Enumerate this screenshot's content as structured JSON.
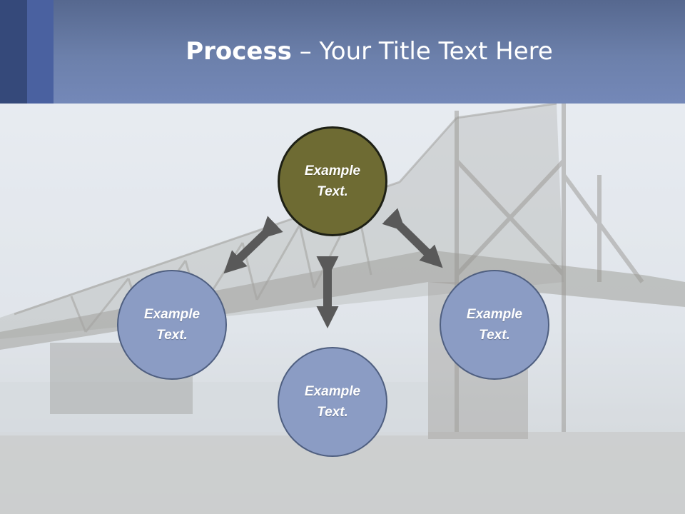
{
  "slide": {
    "title_bold": "Process",
    "title_rest": " – Your Title Text Here"
  },
  "nodes": {
    "center": "Example\nText.",
    "left": "Example\nText.",
    "bottom": "Example\nText.",
    "right": "Example\nText."
  },
  "colors": {
    "header": "#6c80ab",
    "accent_dark": "#35497a",
    "accent_mid": "#4a61a0",
    "center_node": "#6e6b33",
    "outer_node": "#8b9cc4",
    "arrow": "#595959"
  }
}
